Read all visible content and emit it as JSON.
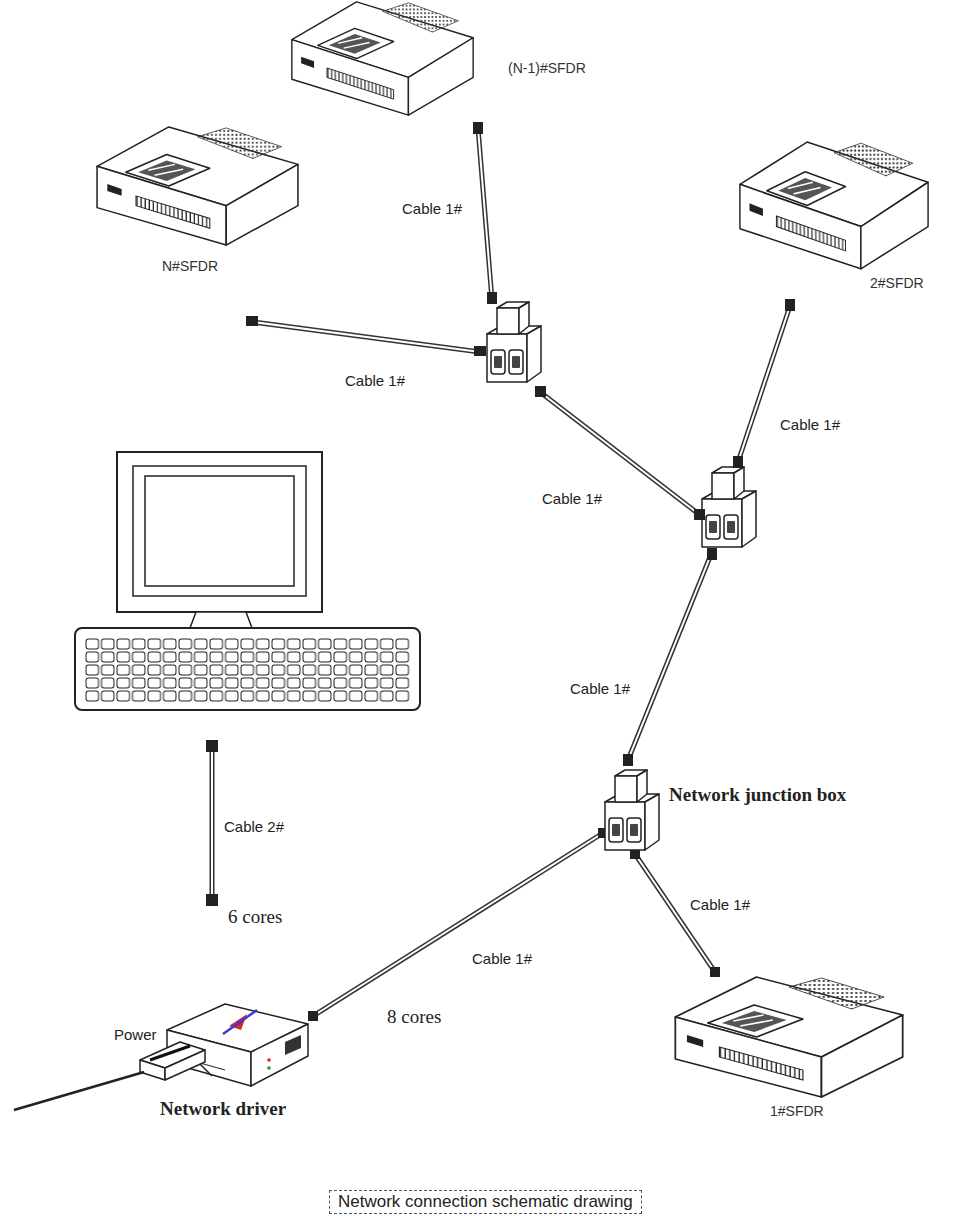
{
  "diagram": {
    "caption": "Network connection schematic drawing",
    "nodes": [
      {
        "text": [
          "(N-1)#SFDR"
        ]
      },
      {
        "text": [
          "N#SFDR"
        ]
      },
      {
        "text": [
          "2#SFDR"
        ]
      },
      {
        "text": [
          "Network junction box"
        ]
      },
      {
        "text": [
          "1#SFDR"
        ]
      },
      {
        "text": [
          "Network driver"
        ]
      }
    ],
    "edges": [
      {
        "from": 5,
        "to": 3,
        "arrow": "none",
        "label": "Cable 1#"
      },
      {
        "from": 3,
        "to": 4,
        "arrow": "none",
        "label": "Cable 1#"
      }
    ],
    "labels": [
      "Cable 1#",
      "Cable 1#",
      "Cable 1#",
      "Cable 1#",
      "Cable 1#",
      "Cable 2#",
      "6 cores",
      "Power",
      "8 cores"
    ]
  }
}
